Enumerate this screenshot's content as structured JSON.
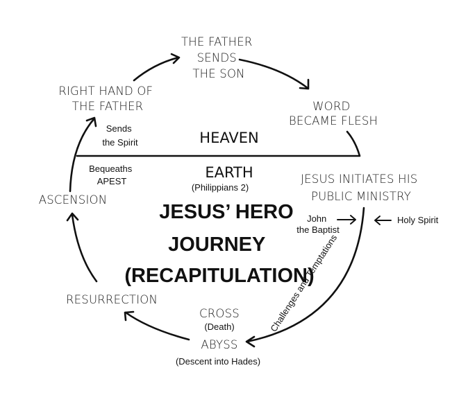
{
  "nodes": {
    "father_sends": [
      "THE FATHER",
      "SENDS",
      "THE SON"
    ],
    "word_flesh": [
      "WORD",
      "BECAME FLESH"
    ],
    "right_hand": [
      "RIGHT HAND OF",
      "THE FATHER"
    ],
    "public_ministry": [
      "JESUS INITIATES HIS",
      "PUBLIC MINISTRY"
    ],
    "ascension": "ASCENSION",
    "resurrection": "RESURRECTION",
    "cross": "CROSS",
    "death": "(Death)",
    "abyss": "ABYSS",
    "descent": "(Descent into Hades)"
  },
  "realms": {
    "heaven": "HEAVEN",
    "earth": "EARTH",
    "earth_ref": "(Philippians 2)"
  },
  "notes": {
    "sends_spirit": [
      "Sends",
      "the Spirit"
    ],
    "bequeaths": [
      "Bequeaths",
      "APEST"
    ],
    "john": [
      "John",
      "the Baptist"
    ],
    "holy_spirit": "Holy Spirit",
    "challenges": "Challenges and Temptations"
  },
  "title": [
    "JESUS’ HERO",
    "JOURNEY",
    "(RECAPITULATION)"
  ]
}
